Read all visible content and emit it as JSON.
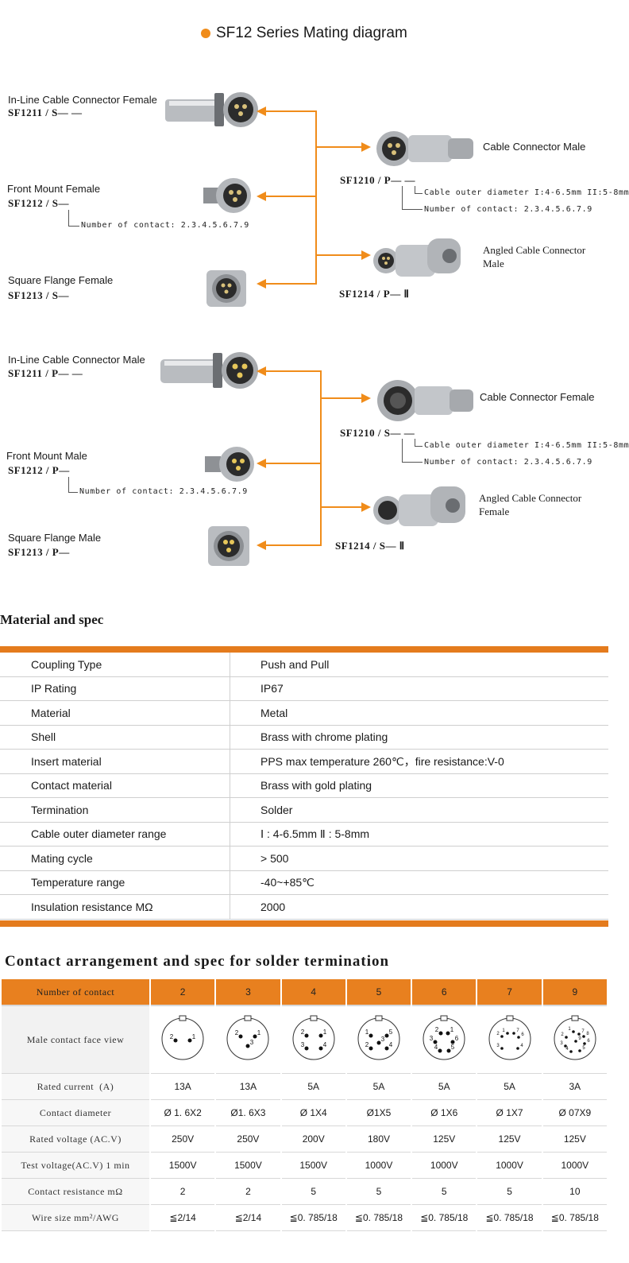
{
  "title": "SF12 Series Mating diagram",
  "colors": {
    "accent": "#e47b1d",
    "dot": "#f08c1a"
  },
  "diagram1": {
    "left": [
      {
        "label": "In-Line Cable Connector Female",
        "code": "SF1211 / S— —"
      },
      {
        "label": "Front Mount  Female",
        "code": "SF1212 / S—",
        "note": "Number  of  contact:  2.3.4.5.6.7.9"
      },
      {
        "label": "Square Flange Female",
        "code": "SF1213 / S—"
      }
    ],
    "right": [
      {
        "label": "Cable Connector Male",
        "code": "SF1210 / P— —",
        "note1": "Cable  outer  diameter  I:4-6.5mm    II:5-8mm",
        "note2": "Number  of  contact:  2.3.4.5.6.7.9"
      },
      {
        "label_line1": "Angled Cable Connector",
        "label_line2": "Male",
        "code": "SF1214 / P— Ⅱ"
      }
    ]
  },
  "diagram2": {
    "left": [
      {
        "label": "In-Line Cable Connector Male",
        "code": "SF1211 / P— —"
      },
      {
        "label": "Front Mount  Male",
        "code": "SF1212 / P—",
        "note": "Number  of  contact:  2.3.4.5.6.7.9"
      },
      {
        "label": "Square Flange Male",
        "code": "SF1213 / P—"
      }
    ],
    "right": [
      {
        "label": "Cable Connector Female",
        "code": "SF1210 / S— —",
        "note1": "Cable  outer  diameter  I:4-6.5mm    II:5-8mm",
        "note2": "Number  of  contact:  2.3.4.5.6.7.9"
      },
      {
        "label_line1": "Angled Cable Connector",
        "label_line2": "Female",
        "code": "SF1214 / S— Ⅱ"
      }
    ]
  },
  "material_spec": {
    "heading": "Material and spec",
    "rows": [
      [
        "Coupling Type",
        "Push and Pull"
      ],
      [
        "IP Rating",
        "IP67"
      ],
      [
        "Material",
        "Metal"
      ],
      [
        "Shell",
        "Brass with chrome plating"
      ],
      [
        "Insert material",
        "PPS max temperature 260℃，fire resistance:V-0"
      ],
      [
        "Contact material",
        "Brass with gold plating"
      ],
      [
        "Termination",
        "Solder"
      ],
      [
        "Cable outer diameter range",
        "Ⅰ : 4-6.5mm  Ⅱ : 5-8mm"
      ],
      [
        "Mating cycle",
        "> 500"
      ],
      [
        "Temperature range",
        "-40~+85℃"
      ],
      [
        "Insulation resistance MΩ",
        "2000"
      ]
    ]
  },
  "contact_spec": {
    "heading": "Contact  arrangement  and  spec for solder termination",
    "header_label": "Number of contact",
    "contacts": [
      "2",
      "3",
      "4",
      "5",
      "6",
      "7",
      "9"
    ],
    "face_view_label": "Male  contact  face  view",
    "face_views": [
      {
        "pins": [
          "2",
          "1"
        ]
      },
      {
        "pins": [
          "2",
          "1",
          "3"
        ]
      },
      {
        "pins": [
          "2",
          "1",
          "3",
          "4"
        ]
      },
      {
        "pins": [
          "1",
          "5",
          "3",
          "2",
          "4"
        ]
      },
      {
        "pins": [
          "2",
          "1",
          "3",
          "6",
          "4",
          "5"
        ]
      },
      {
        "pins": [
          "2",
          "1",
          "7",
          "6",
          "3",
          "4"
        ]
      },
      {
        "pins": [
          "1",
          "8",
          "7",
          "2",
          "9",
          "6",
          "3",
          "4",
          "5"
        ]
      }
    ],
    "rows": [
      {
        "label": "Rated current  (A)",
        "values": [
          "13A",
          "13A",
          "5A",
          "5A",
          "5A",
          "5A",
          "3A"
        ]
      },
      {
        "label": "Contact diameter",
        "values": [
          "Ø 1. 6X2",
          "Ø1. 6X3",
          "Ø 1X4",
          "Ø1X5",
          "Ø 1X6",
          "Ø 1X7",
          "Ø 07X9"
        ]
      },
      {
        "label": "Rated voltage (AC.V)",
        "values": [
          "250V",
          "250V",
          "200V",
          "180V",
          "125V",
          "125V",
          "125V"
        ]
      },
      {
        "label": "Test voltage(AC.V) 1 min",
        "values": [
          "1500V",
          "1500V",
          "1500V",
          "1000V",
          "1000V",
          "1000V",
          "1000V"
        ]
      },
      {
        "label": "Contact resistance mΩ",
        "values": [
          "2",
          "2",
          "5",
          "5",
          "5",
          "5",
          "10"
        ]
      },
      {
        "label": "Wire size mm²/AWG",
        "values": [
          "≦2/14",
          "≦2/14",
          "≦0. 785/18",
          "≦0. 785/18",
          "≦0. 785/18",
          "≦0. 785/18",
          "≦0. 785/18"
        ]
      }
    ]
  }
}
